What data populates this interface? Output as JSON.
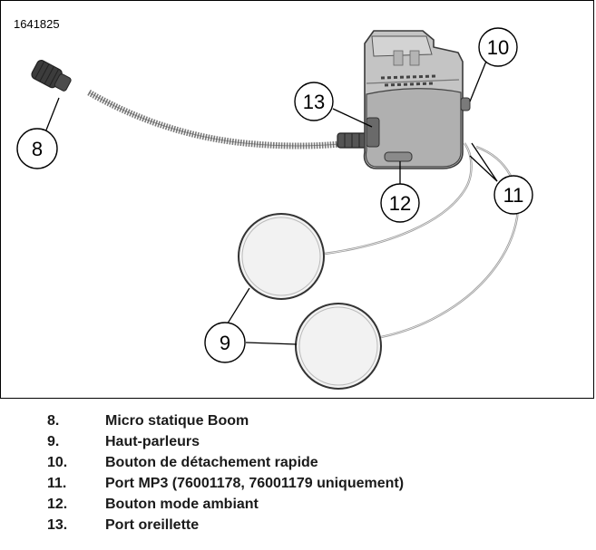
{
  "figure": {
    "id": "1641825",
    "callouts": [
      "8",
      "9",
      "10",
      "11",
      "12",
      "13"
    ]
  },
  "legend": [
    {
      "number": "8.",
      "text": "Micro statique Boom"
    },
    {
      "number": "9.",
      "text": "Haut-parleurs"
    },
    {
      "number": "10.",
      "text": "Bouton de détachement rapide"
    },
    {
      "number": "11.",
      "text": "Port MP3 (76001178, 76001179 uniquement)"
    },
    {
      "number": "12.",
      "text": "Bouton mode ambiant"
    },
    {
      "number": "13.",
      "text": "Port oreillette"
    }
  ]
}
